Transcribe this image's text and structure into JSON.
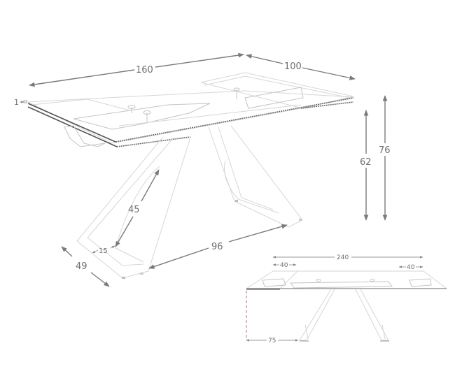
{
  "diagram": {
    "subject": "extendable glass dining table with angled metal legs",
    "colors": {
      "background": "#ffffff",
      "dimension_lines": "#7a7a7a",
      "dimension_text": "#6e6e6e",
      "linework": "#d6d6d6",
      "glass_edge": "#555555"
    },
    "main_view": {
      "label_marker": "1",
      "dimensions": {
        "length": "160",
        "extension": "100",
        "leg_base_height": "62",
        "table_height": "76",
        "leg_opening_height": "45",
        "leg_foot_width": "15",
        "leg_depth": "49",
        "leg_spacing": "96"
      }
    },
    "extended_view": {
      "dimensions": {
        "total_length": "240",
        "left_extension": "40",
        "right_extension": "40",
        "overhang": "75"
      }
    }
  }
}
